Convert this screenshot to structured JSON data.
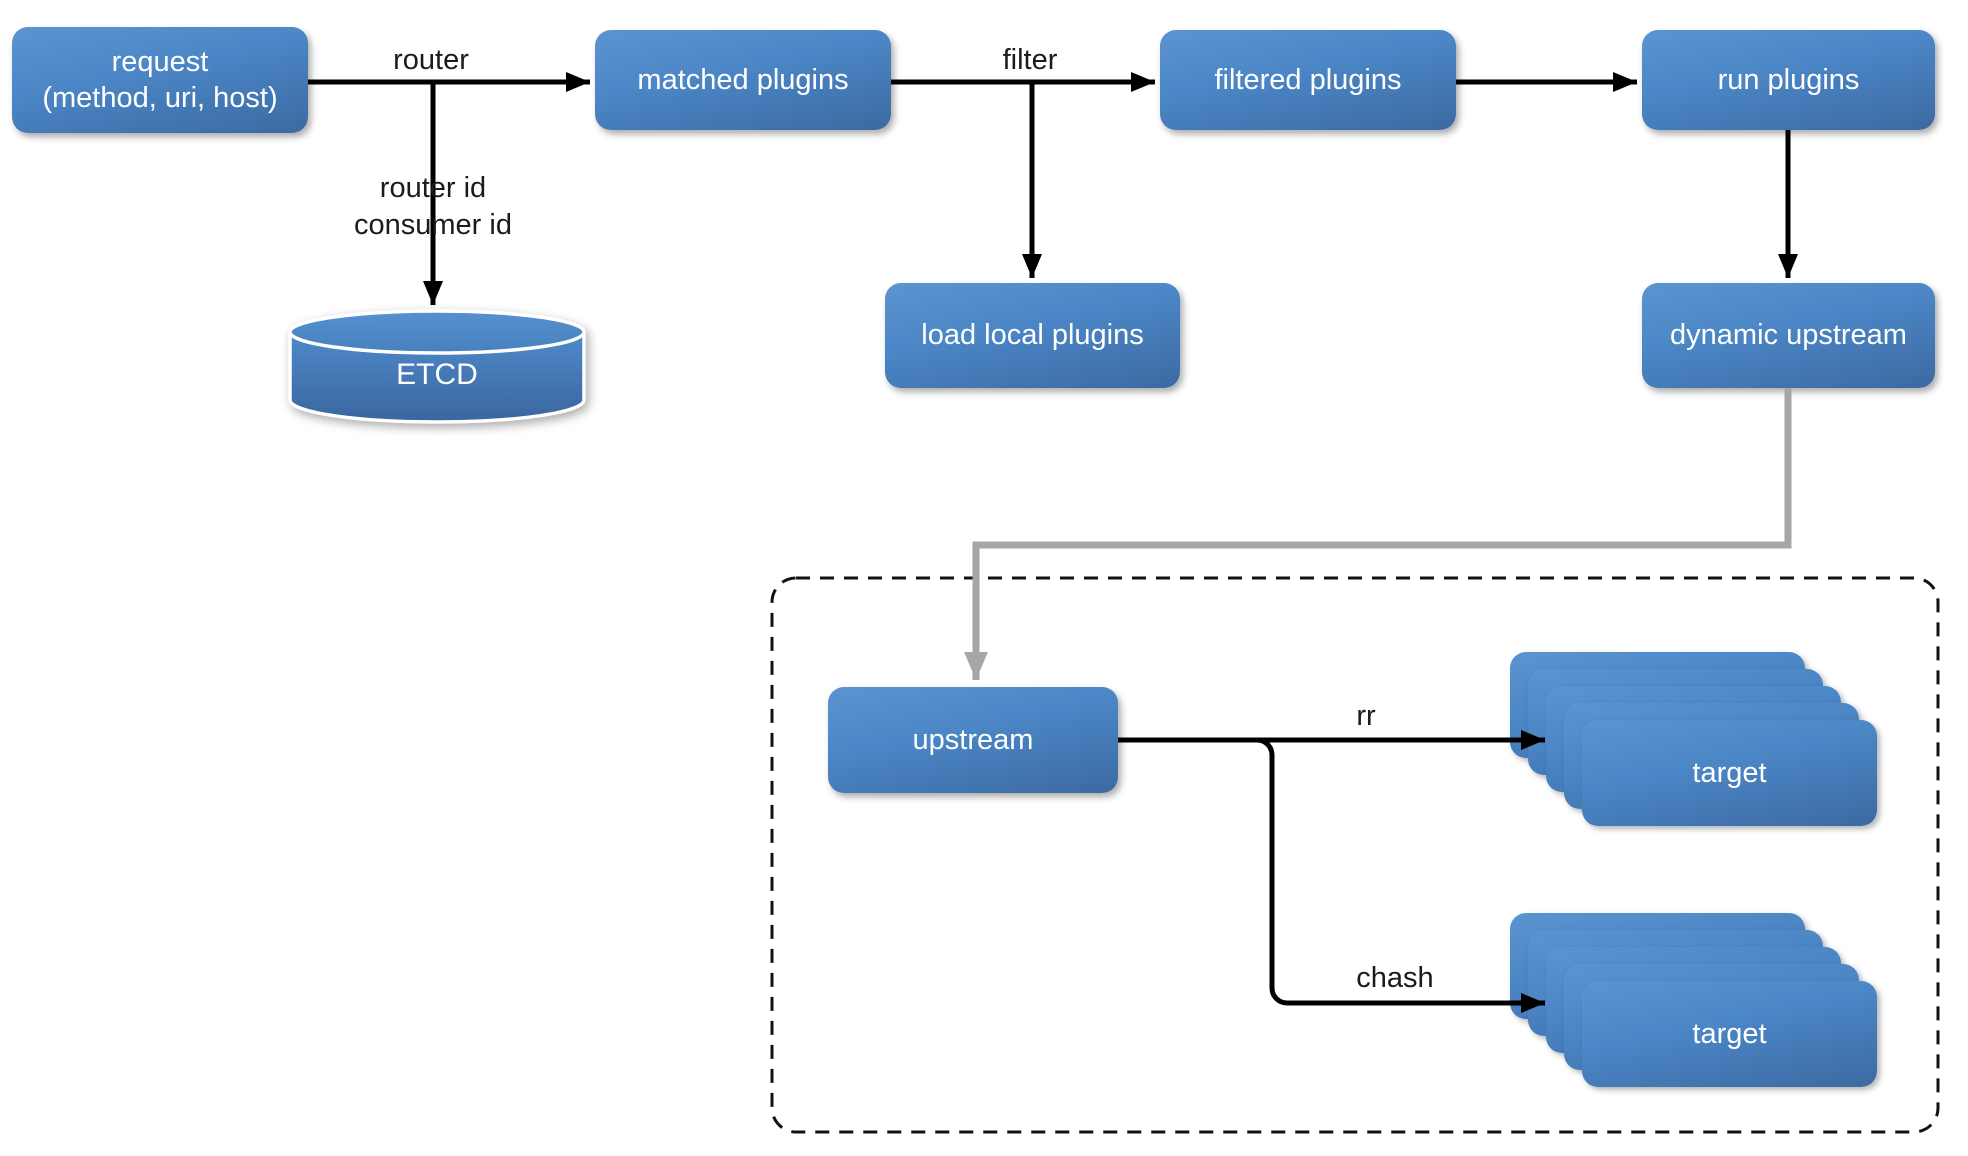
{
  "nodes": {
    "request": {
      "line1": "request",
      "line2": "(method, uri, host)"
    },
    "matched_plugins": {
      "label": "matched plugins"
    },
    "filtered_plugins": {
      "label": "filtered plugins"
    },
    "run_plugins": {
      "label": "run plugins"
    },
    "load_local_plugins": {
      "label": "load local plugins"
    },
    "dynamic_upstream": {
      "label": "dynamic upstream"
    },
    "etcd": {
      "label": "ETCD"
    },
    "upstream": {
      "label": "upstream"
    },
    "target_rr": {
      "label": "target"
    },
    "target_chash": {
      "label": "target"
    }
  },
  "edge_labels": {
    "router": "router",
    "router_id": "router id",
    "consumer_id": "consumer id",
    "filter": "filter",
    "rr": "rr",
    "chash": "chash"
  },
  "colors": {
    "background": "#ffffff",
    "node_top": "#5c94d0",
    "node_mid": "#4b86c6",
    "node_bottom": "#3c6aa2",
    "node_text": "#ffffff",
    "connector": "#000000",
    "connector_gray": "#a6a6a6",
    "label_text": "#1b1b1b",
    "dash": "#111111"
  }
}
